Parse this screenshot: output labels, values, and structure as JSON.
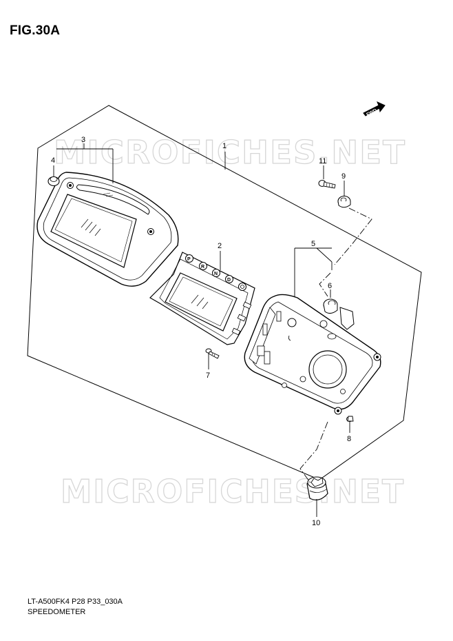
{
  "figure": {
    "title": "FIG.30A",
    "code": "LT-A500FK4 P28 P33_030A",
    "name": "SPEEDOMETER"
  },
  "watermark": {
    "text": "MICROFICHES.NET"
  },
  "direction_badge": {
    "label": "FWD"
  },
  "gear_indicator": {
    "letters": [
      "P",
      "R",
      "N",
      "D"
    ]
  },
  "callouts": [
    {
      "number": "1"
    },
    {
      "number": "2"
    },
    {
      "number": "3"
    },
    {
      "number": "4"
    },
    {
      "number": "5"
    },
    {
      "number": "6"
    },
    {
      "number": "7"
    },
    {
      "number": "8"
    },
    {
      "number": "9"
    },
    {
      "number": "10"
    },
    {
      "number": "11"
    }
  ]
}
